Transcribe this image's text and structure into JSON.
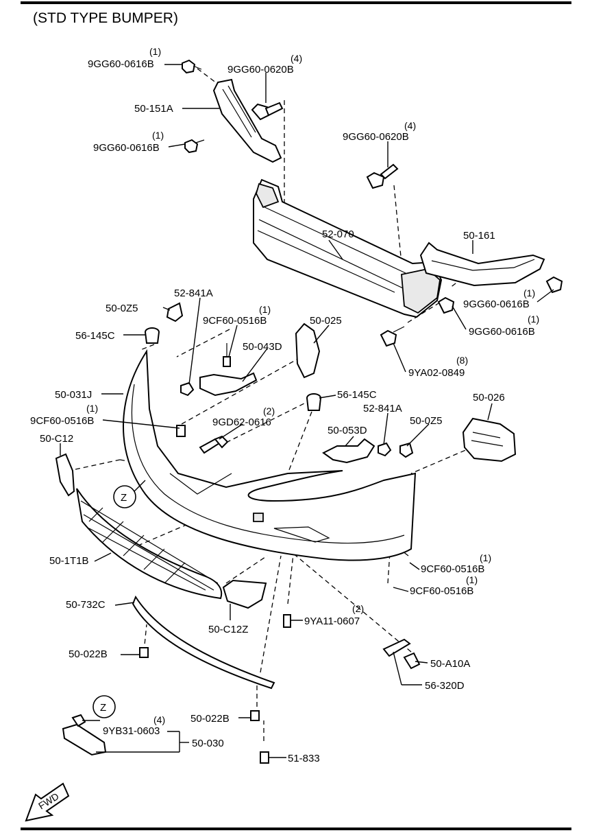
{
  "title": "(STD TYPE BUMPER)",
  "fwd": "FWD",
  "callouts": {
    "c1": {
      "part": "9GG60-0616B",
      "qty": "(1)"
    },
    "c2": {
      "part": "9GG60-0620B",
      "qty": "(4)"
    },
    "c3": {
      "part": "50-151A"
    },
    "c4": {
      "part": "9GG60-0616B",
      "qty": "(1)"
    },
    "c5": {
      "part": "9GG60-0620B",
      "qty": "(4)"
    },
    "c6": {
      "part": "52-070"
    },
    "c7": {
      "part": "50-161"
    },
    "c8": {
      "part": "9GG60-0616B",
      "qty": "(1)"
    },
    "c9": {
      "part": "9GG60-0616B",
      "qty": "(1)"
    },
    "c10": {
      "part": "50-0Z5"
    },
    "c11": {
      "part": "52-841A"
    },
    "c12": {
      "part": "9CF60-0516B",
      "qty": "(1)"
    },
    "c13": {
      "part": "50-025"
    },
    "c14": {
      "part": "56-145C"
    },
    "c15": {
      "part": "50-043D"
    },
    "c16": {
      "part": "9YA02-0849",
      "qty": "(8)"
    },
    "c17": {
      "part": "50-031J"
    },
    "c18": {
      "part": "9CF60-0516B",
      "qty": "(1)"
    },
    "c19": {
      "part": "9GD62-0616",
      "qty": "(2)"
    },
    "c20": {
      "part": "56-145C"
    },
    "c21": {
      "part": "50-026"
    },
    "c22": {
      "part": "52-841A"
    },
    "c23": {
      "part": "50-0Z5"
    },
    "c24": {
      "part": "50-053D"
    },
    "c25": {
      "part": "50-C12"
    },
    "c26": {
      "part": "Z"
    },
    "c27": {
      "part": "50-1T1B"
    },
    "c28": {
      "part": "9CF60-0516B",
      "qty": "(1)"
    },
    "c29": {
      "part": "9CF60-0516B",
      "qty": "(1)"
    },
    "c30": {
      "part": "50-732C"
    },
    "c31": {
      "part": "50-C12Z"
    },
    "c32": {
      "part": "9YA11-0607",
      "qty": "(2)"
    },
    "c33": {
      "part": "50-022B"
    },
    "c34": {
      "part": "50-A10A"
    },
    "c35": {
      "part": "56-320D"
    },
    "c36": {
      "part": "Z"
    },
    "c37": {
      "part": "9YB31-0603",
      "qty": "(4)"
    },
    "c38": {
      "part": "50-022B"
    },
    "c39": {
      "part": "50-030"
    },
    "c40": {
      "part": "51-833"
    }
  }
}
